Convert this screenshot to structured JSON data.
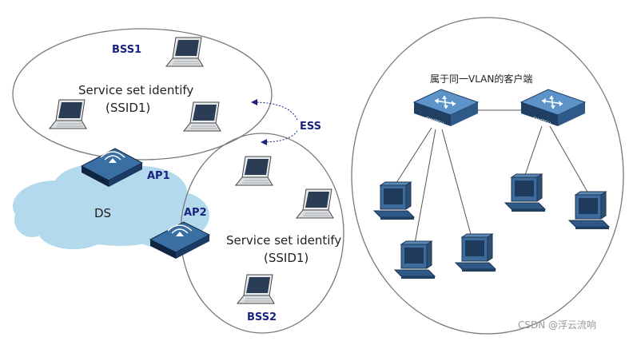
{
  "diagram": {
    "bss1": {
      "label": "BSS1",
      "ssid_line1": "Service set identify",
      "ssid_line2": "(SSID1)"
    },
    "bss2": {
      "label": "BSS2",
      "ssid_line1": "Service set identify",
      "ssid_line2": "(SSID1)"
    },
    "ess_label": "ESS",
    "ap1_label": "AP1",
    "ap2_label": "AP2",
    "ds_label": "DS",
    "vlan_title": "属于同一VLAN的客户端",
    "switch_label": "SWITCH",
    "watermark": "CSDN @浮云流响",
    "colors": {
      "label_blue": "#1a237e",
      "cloud": "#b3d9ec",
      "ap_face": "#17355e",
      "switch_face": "#2a5f95",
      "ellipse_stroke": "#7a7a7a"
    }
  }
}
